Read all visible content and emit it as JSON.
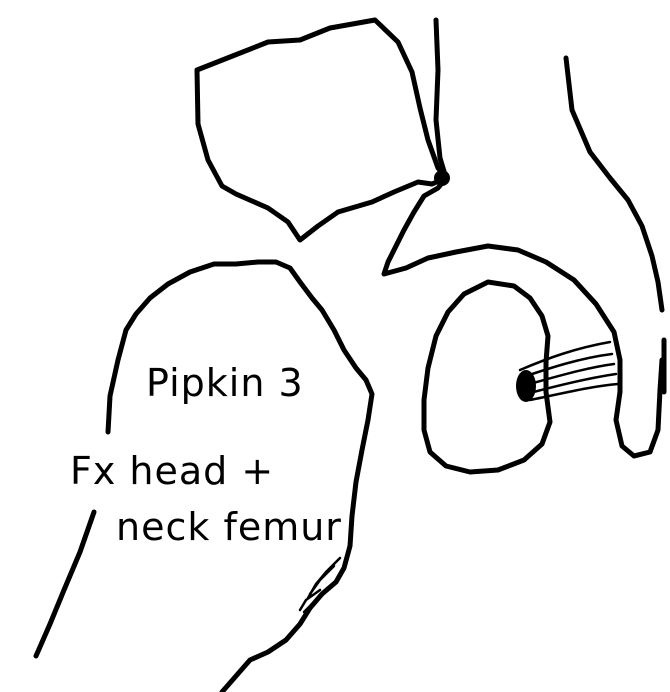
{
  "labels": {
    "classification": "Pipkin 3",
    "fracture_line1": "Fx head +",
    "fracture_line2": "neck femur"
  },
  "colors": {
    "ink": "#000000",
    "background": "#ffffff"
  }
}
